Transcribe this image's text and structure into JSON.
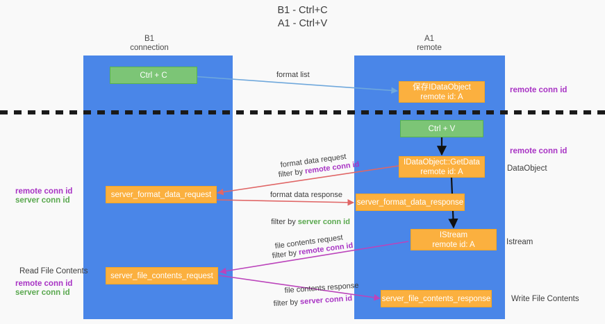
{
  "title": "B1 - Ctrl+C\nA1 - Ctrl+V",
  "columns": [
    {
      "label": "B1\nconnection"
    },
    {
      "label": "A1\nremote"
    }
  ],
  "nodes": {
    "ctrl_c": "Ctrl + C",
    "save_dataobject": "保存IDataObject\nremote id: A",
    "ctrl_v": "Ctrl + V",
    "getdata": "IDataObject::GetData\nremote id: A",
    "server_format_data_request": "server_format_data_request",
    "server_format_data_response": "server_format_data_response",
    "istream": "IStream\nremote id: A",
    "server_file_contents_request": "server_file_contents_request",
    "server_file_contents_response": "server_file_contents_response"
  },
  "edge_labels": {
    "format_list": "format list",
    "format_data_request": "format data request",
    "format_data_request_filter_prefix": "filter by ",
    "format_data_request_filter_value": "remote conn id",
    "format_data_response": "format data response",
    "format_data_response_filter_prefix": "filter by ",
    "format_data_response_filter_value": "server conn id",
    "file_contents_request": "file contents request",
    "file_contents_request_filter_prefix": "filter by ",
    "file_contents_request_filter_value": "remote conn id",
    "file_contents_response": "file contents response",
    "file_contents_response_filter_prefix": "filter by ",
    "file_contents_response_filter_value": "server conn id"
  },
  "annotations": {
    "right_remote_conn_id_top": "remote conn id",
    "right_remote_conn_id_mid": "remote conn id",
    "right_dataobject": "DataObject",
    "right_istream": "Istream",
    "right_write_file_contents": "Write File Contents",
    "left_remote_conn_id": "remote conn id",
    "left_server_conn_id": "server conn id",
    "left_read_file_contents": "Read File Contents",
    "left_remote_conn_id_2": "remote conn id",
    "left_server_conn_id_2": "server conn id"
  },
  "colors": {
    "lane": "#4a86e8",
    "green_box": "#7cc576",
    "orange_box": "#fbb03f",
    "purple_text": "#a833c4",
    "green_text": "#5aa84f",
    "blue_arrow": "#6fa8dc",
    "red_arrow": "#e06666",
    "magenta_arrow": "#bb44bb",
    "black_arrow": "#000000",
    "background": "#f9f9f9"
  }
}
